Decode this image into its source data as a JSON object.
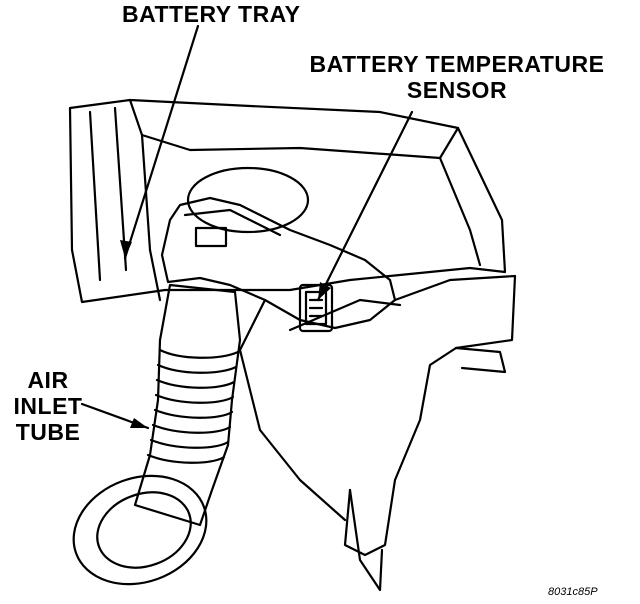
{
  "labels": {
    "battery_tray": "BATTERY TRAY",
    "battery_temperature_sensor": [
      "BATTERY TEMPERATURE",
      "SENSOR"
    ],
    "air_inlet_tube": [
      "AIR",
      "INLET",
      "TUBE"
    ]
  },
  "figure_id": "8031c85P",
  "colors": {
    "line": "#000000",
    "background": "#ffffff"
  }
}
